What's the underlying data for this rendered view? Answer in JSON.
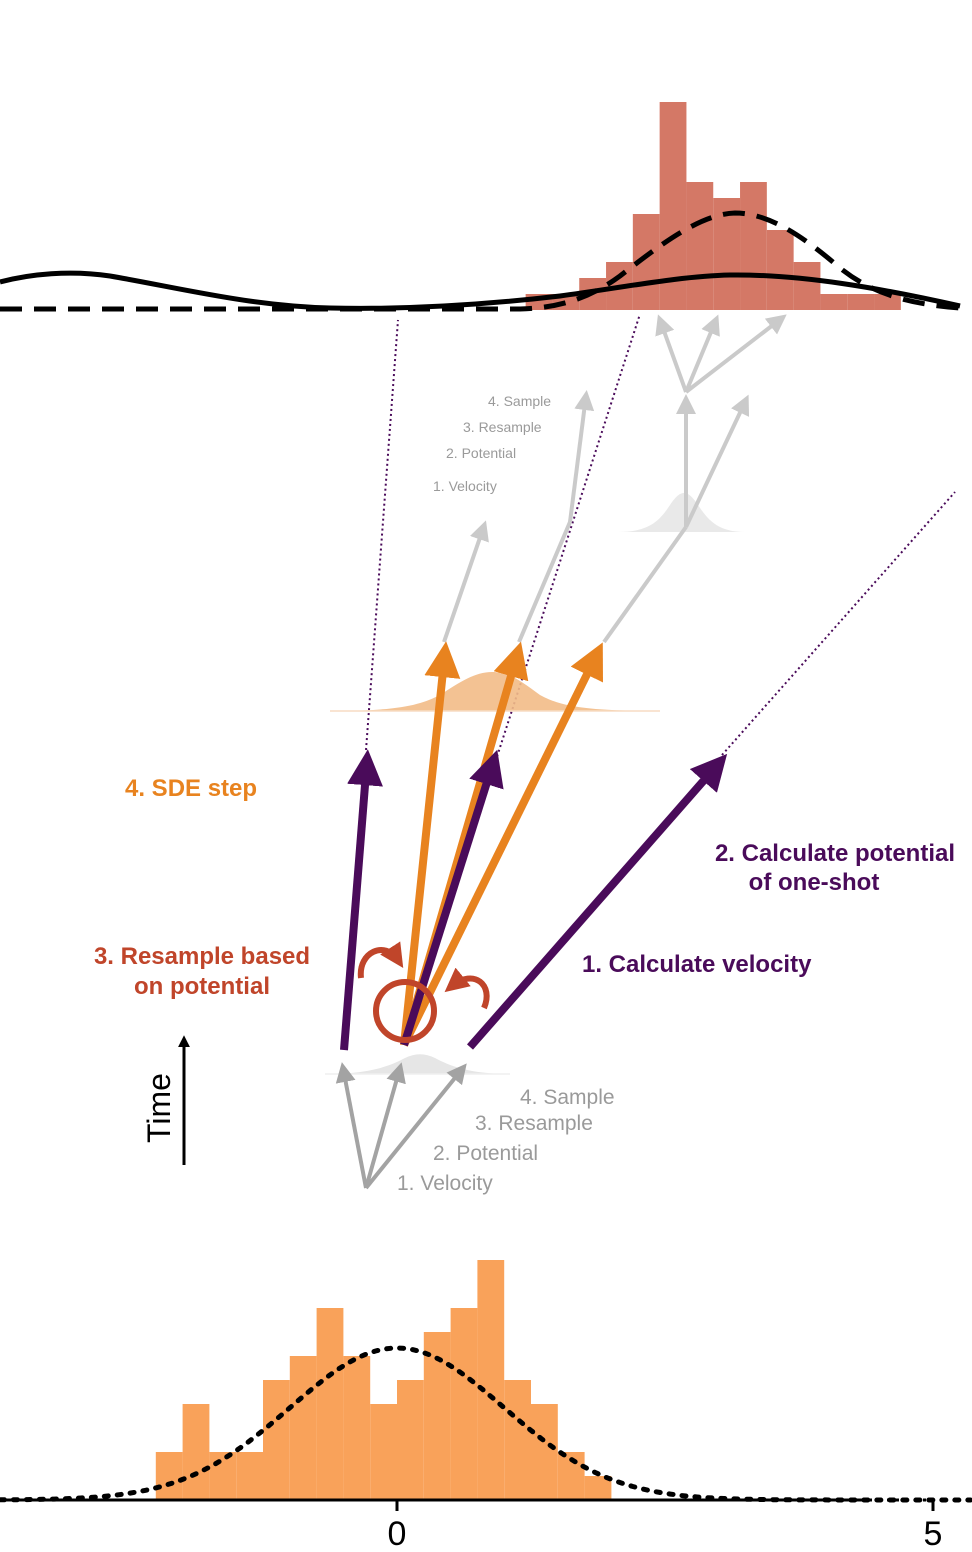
{
  "colors": {
    "purple": "#4a0b5a",
    "orange": "#e8831f",
    "orange_hist": "#f9a25a",
    "orange_light": "#f2bb87",
    "red": "#c0452a",
    "salmon": "#d47866",
    "gray": "#a3a3a3",
    "gray_light": "#cacaca",
    "black": "#000000"
  },
  "labels": {
    "sde_step": "4. SDE step",
    "calc_potential": [
      "2. Calculate potential",
      "of one-shot"
    ],
    "resample": [
      "3. Resample based",
      "on potential"
    ],
    "calc_velocity": "1. Calculate velocity",
    "time": "Time",
    "steps_bottom": [
      "4. Sample",
      "3. Resample",
      "2. Potential",
      "1. Velocity"
    ],
    "steps_top": [
      "4. Sample",
      "3. Resample",
      "2. Potential",
      "1. Velocity"
    ]
  },
  "axis": {
    "ticks": [
      "0",
      "5"
    ],
    "tick_values": [
      0,
      5
    ]
  },
  "chart_data": {
    "type": "bar",
    "histograms": [
      {
        "name": "",
        "bin_edges": [
          -2.25,
          -2.0,
          -1.75,
          -1.5,
          -1.25,
          -1.0,
          -0.75,
          -0.5,
          -0.25,
          0.0,
          0.25,
          0.5,
          0.75,
          1.0,
          1.25,
          1.5,
          1.75,
          2.0
        ],
        "counts": [
          2,
          4,
          2,
          2,
          5,
          6,
          8,
          6,
          4,
          5,
          7,
          8,
          10,
          5,
          4,
          2,
          1
        ]
      },
      {
        "name": "",
        "bin_edges": [
          1.2,
          1.45,
          1.7,
          1.95,
          2.2,
          2.45,
          2.7,
          2.95,
          3.2,
          3.45,
          3.7,
          3.95,
          4.2,
          4.45,
          4.7
        ],
        "counts": [
          1,
          1,
          2,
          3,
          6,
          13,
          8,
          7,
          8,
          5,
          3,
          1,
          1,
          1
        ]
      }
    ],
    "curves": [
      {
        "name": "",
        "style": "dotted",
        "description_values": {
          "mean": 0,
          "std": 1
        }
      },
      {
        "name": "",
        "style": "solid",
        "description_values": {
          "modes": [
            -3.1,
            3.0
          ]
        }
      },
      {
        "name": "",
        "style": "dashed",
        "description_values": {
          "mean": 3.1,
          "std": 0.75
        }
      }
    ],
    "xlim": [
      -3.7,
      5.4
    ],
    "xlabel": "",
    "ylabel": "Time"
  }
}
